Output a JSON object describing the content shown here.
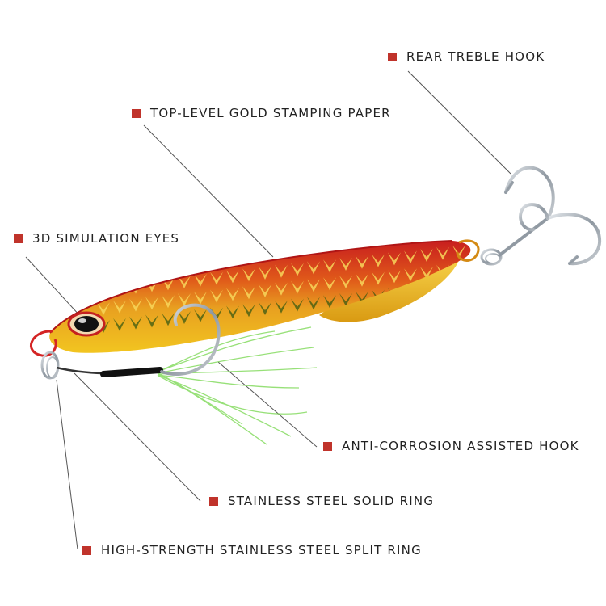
{
  "colors": {
    "marker": "#c0332b",
    "text": "#222222",
    "leader": "#555555",
    "lure_top": "#c81e1e",
    "lure_mid": "#e8801c",
    "lure_belly": "#f2c520",
    "scale_light": "#f7d65a",
    "scale_dark": "#3a5a12",
    "eye": "#111111",
    "hook_metal": "#9aa3ab",
    "feather": "#7ed957"
  },
  "labels": [
    {
      "id": "rear-treble-hook",
      "text": "REAR TREBLE HOOK"
    },
    {
      "id": "gold-stamping-paper",
      "text": "TOP-LEVEL GOLD STAMPING PAPER"
    },
    {
      "id": "simulation-eyes",
      "text": "3D SIMULATION EYES"
    },
    {
      "id": "assisted-hook",
      "text": "ANTI-CORROSION ASSISTED HOOK"
    },
    {
      "id": "solid-ring",
      "text": "STAINLESS STEEL SOLID RING"
    },
    {
      "id": "split-ring",
      "text": "HIGH-STRENGTH STAINLESS STEEL SPLIT RING"
    }
  ],
  "icons": {
    "lure": "fishing-lure-icon",
    "treble_hook": "treble-hook-icon",
    "assist_hook": "assist-hook-icon",
    "feather": "feather-skirt-icon",
    "eye": "eye-icon",
    "ring": "ring-icon"
  }
}
